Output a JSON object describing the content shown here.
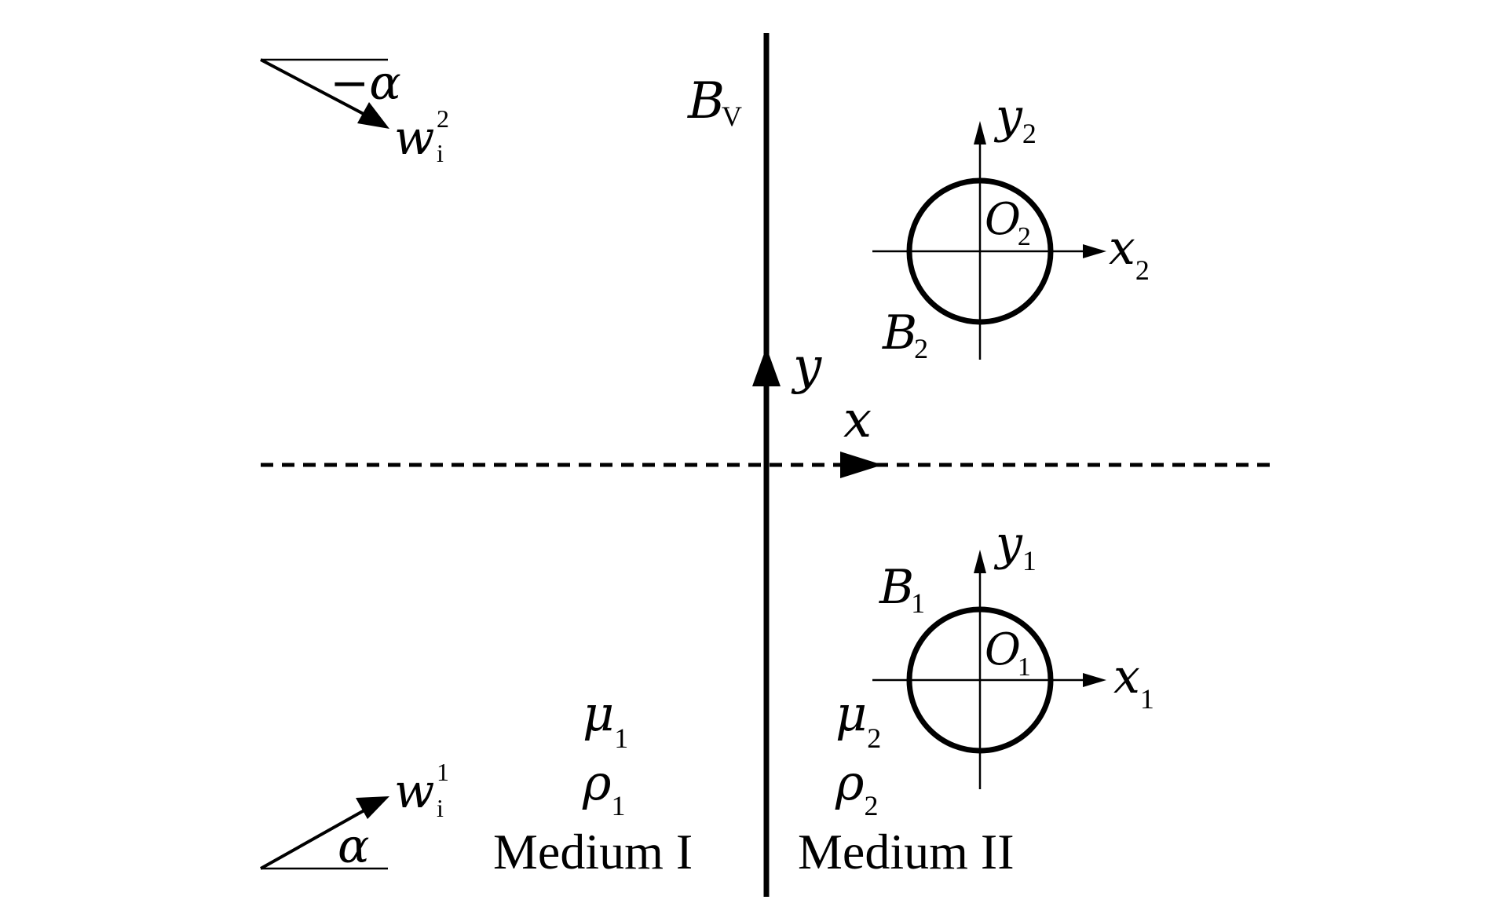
{
  "diagram": {
    "boundary_label": {
      "main": "B",
      "sub": "V"
    },
    "global_axes": {
      "x": "x",
      "y": "y"
    },
    "media": [
      {
        "name": "Medium I",
        "mu": {
          "main": "μ",
          "sub": "1"
        },
        "rho": {
          "main": "ρ",
          "sub": "1"
        }
      },
      {
        "name": "Medium II",
        "mu": {
          "main": "μ",
          "sub": "2"
        },
        "rho": {
          "main": "ρ",
          "sub": "2"
        }
      }
    ],
    "inclusions": [
      {
        "boundary": {
          "main": "B",
          "sub": "2"
        },
        "origin": {
          "main": "O",
          "sub": "2"
        },
        "x_axis": {
          "main": "x",
          "sub": "2"
        },
        "y_axis": {
          "main": "y",
          "sub": "2"
        }
      },
      {
        "boundary": {
          "main": "B",
          "sub": "1"
        },
        "origin": {
          "main": "O",
          "sub": "1"
        },
        "x_axis": {
          "main": "x",
          "sub": "1"
        },
        "y_axis": {
          "main": "y",
          "sub": "1"
        }
      }
    ],
    "incident_waves": [
      {
        "angle_label": "−α",
        "wave": {
          "main": "w",
          "sub": "i",
          "sup": "2"
        }
      },
      {
        "angle_label": "α",
        "wave": {
          "main": "w",
          "sub": "i",
          "sup": "1"
        }
      }
    ]
  }
}
